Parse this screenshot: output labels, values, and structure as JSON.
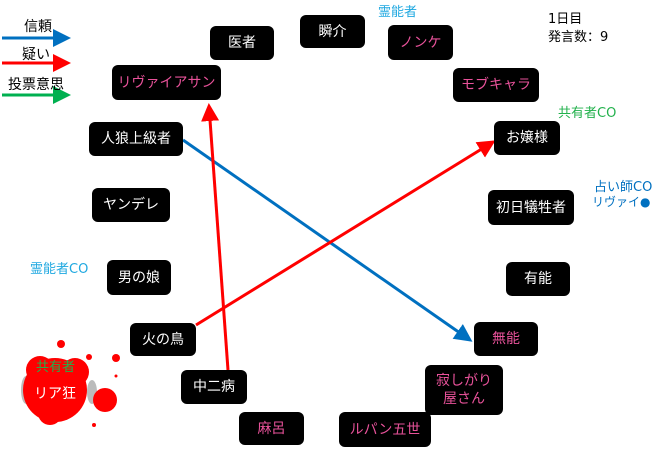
{
  "legend": [
    {
      "label": "信頼",
      "color": "#0070c0"
    },
    {
      "label": "疑い",
      "color": "#ff0000"
    },
    {
      "label": "投票意思",
      "color": "#00b050"
    }
  ],
  "status": {
    "day": "1日目",
    "count": "発言数：9"
  },
  "nodes": {
    "isha": "医者",
    "shunsuke": "瞬介",
    "nonke": "ノンケ",
    "leviathan": "リヴァイアサン",
    "mob": "モブキャラ",
    "jinro": "人狼上級者",
    "ojou": "お嬢様",
    "yandere": "ヤンデレ",
    "shonichi": "初日犠牲者",
    "otoko": "男の娘",
    "yuno": "有能",
    "hinotori": "火の鳥",
    "muno": "無能",
    "chuni": "中二病",
    "sabishi": "寂しがり屋さん",
    "maro": "麻呂",
    "lupin": "ルパン五世",
    "riakyo": "リア狂"
  },
  "annotations": {
    "reino_top": "霊能者",
    "kyoyu_co": "共有者CO",
    "uranai_co": "占い師CO",
    "uranai_result": "リヴァイ●",
    "reino_co": "霊能者CO",
    "kyoyu_small": "共有者"
  },
  "colors": {
    "trust": "#0070c0",
    "doubt": "#ff0000",
    "vote": "#00b050",
    "pink": "#e8529a",
    "cyan": "#1fa8e0",
    "green": "#22b14c"
  }
}
